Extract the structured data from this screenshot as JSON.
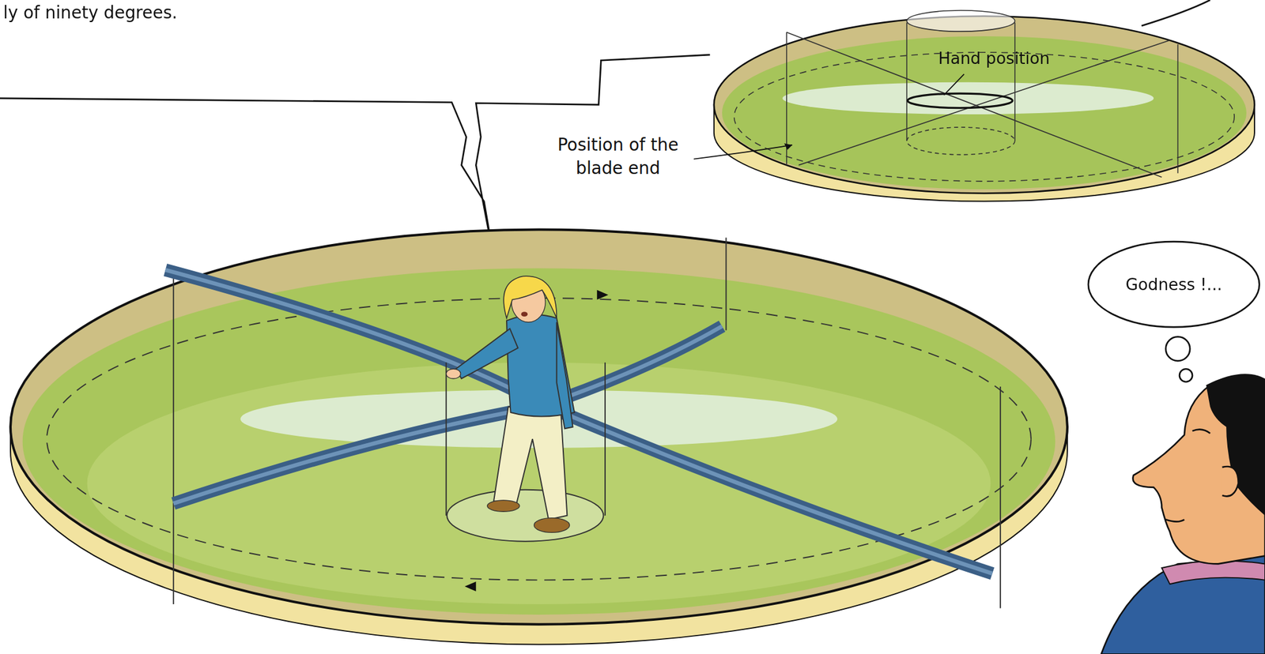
{
  "diagram": {
    "nodes": [
      {
        "text": [
          "Godness !..."
        ]
      }
    ],
    "labels": [
      "ly of ninety degrees.",
      "Position of the blade end",
      "Hand position"
    ]
  }
}
